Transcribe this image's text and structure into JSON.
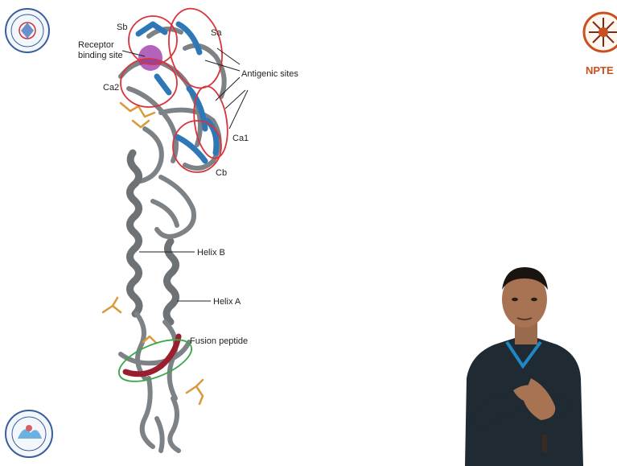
{
  "diagram": {
    "labels": {
      "sb": "Sb",
      "sa": "Sa",
      "receptor_line1": "Receptor",
      "receptor_line2": "binding site",
      "ca2": "Ca2",
      "antigenic": "Antigenic sites",
      "ca1": "Ca1",
      "cb": "Cb",
      "helix_b": "Helix B",
      "helix_a": "Helix A",
      "fusion": "Fusion peptide"
    }
  },
  "branding": {
    "right_logo_text": "NPTE"
  },
  "colors": {
    "protein": "#7d8287",
    "protein_dark": "#55595d",
    "beta_sheet": "#2f78b8",
    "antigenic_outline": "#d9343a",
    "fusion_outline": "#3aa84a",
    "fusion_peptide": "#9a1e2e",
    "receptor_site": "#9b2fa6",
    "glycan": "#d99a3a",
    "brand_orange": "#c8501e"
  }
}
